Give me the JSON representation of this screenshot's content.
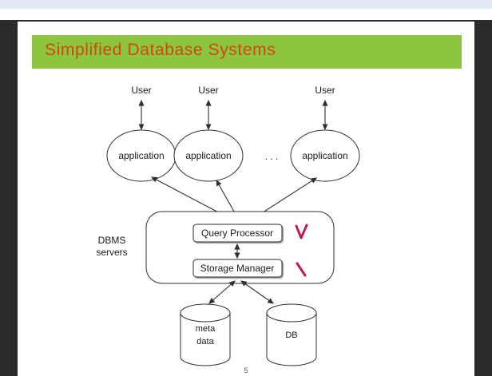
{
  "document": {
    "slide_title": "Simplified Database Systems",
    "page_number": "5",
    "title_color": "#d2460f",
    "banner_color": "#8cc63e",
    "annotation_color": "#c2185b"
  },
  "diagram": {
    "users": [
      {
        "label": "User"
      },
      {
        "label": "User"
      },
      {
        "label": "User"
      }
    ],
    "applications": [
      {
        "label": "application"
      },
      {
        "label": "application"
      },
      {
        "label": "application"
      }
    ],
    "ellipsis": ". . .",
    "server_group": {
      "label_line1": "DBMS",
      "label_line2": "servers",
      "components": [
        {
          "label": "Query Processor"
        },
        {
          "label": "Storage Manager"
        }
      ]
    },
    "stores": [
      {
        "label_line1": "meta",
        "label_line2": "data"
      },
      {
        "label_line1": "DB",
        "label_line2": ""
      }
    ]
  }
}
